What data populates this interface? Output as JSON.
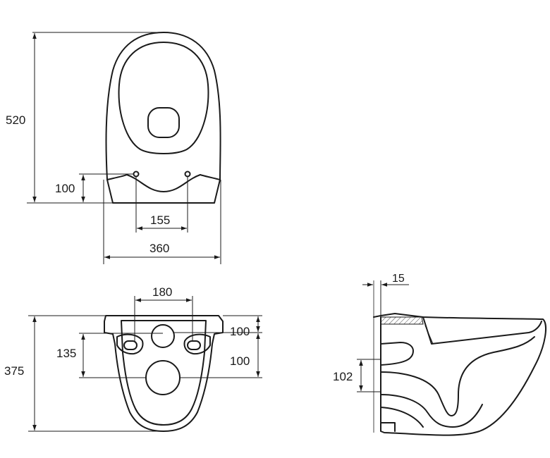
{
  "dimensions": {
    "top_height": "520",
    "top_hole_offset": "100",
    "top_hole_spacing": "155",
    "top_width": "360",
    "rear_hole_spacing": "180",
    "rear_upper_offset": "100",
    "rear_lower_offset": "100",
    "rear_side_offset": "135",
    "rear_height": "375",
    "side_wall_offset": "15",
    "side_outlet_height": "102"
  }
}
